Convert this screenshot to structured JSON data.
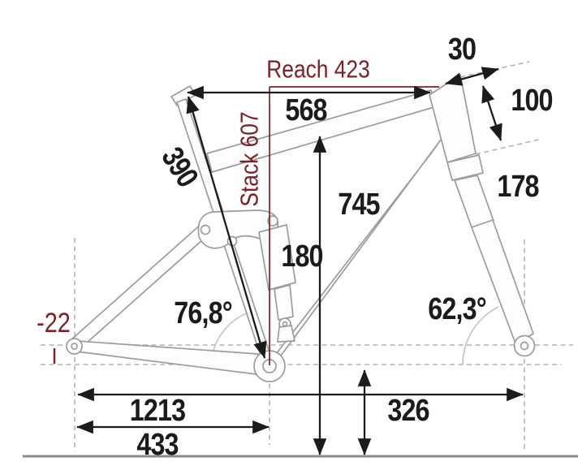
{
  "diagram": {
    "type": "bicycle-frame-geometry-drawing",
    "labels": {
      "reach": "Reach 423",
      "stack": "Stack 607",
      "top_tube_horizontal": "568",
      "seat_tube": "390",
      "spacer_height": "30",
      "head_tube": "100",
      "standover_height": "745",
      "fork_measure": "178",
      "shock_measure": "180",
      "seat_angle": "76,8°",
      "head_angle": "62,3°",
      "bb_drop": "-22",
      "wheelbase": "1213",
      "chainstay": "433",
      "bb_height": "326"
    },
    "colors": {
      "accent_red": "#7c2127",
      "ink_black": "#1b1b1b",
      "frame_gray": "#9c9c9c",
      "dashed_gray": "#b3b3b3",
      "arc_blue_gray": "#b7c7cd",
      "ground_gray": "#8a8a8a",
      "background": "#ffffff"
    }
  }
}
